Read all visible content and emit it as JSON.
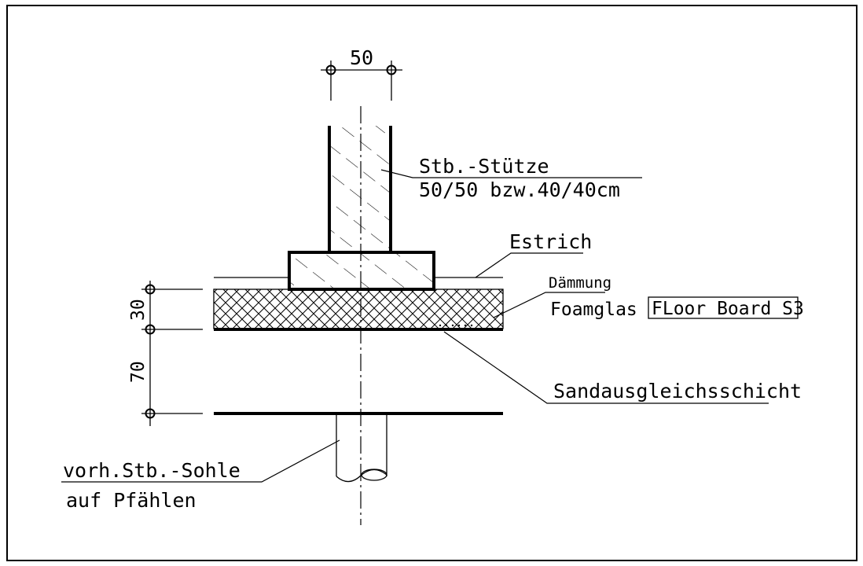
{
  "labels": {
    "top_dimension": "50",
    "column_title": "Stb.-Stütze",
    "column_size": "50/50 bzw.40/40cm",
    "screed": "Estrich",
    "insulation": "Dämmung",
    "insulation_material": "Foamglas",
    "insulation_product": "FLoor Board S3",
    "sand_layer": "Sandausgleichsschicht",
    "slab_line1": "vorh.Stb.-Sohle",
    "slab_line2": "auf Pfählen",
    "dim_upper": "30",
    "dim_lower": "70"
  },
  "colors": {
    "line": "#000000",
    "background": "#ffffff"
  }
}
